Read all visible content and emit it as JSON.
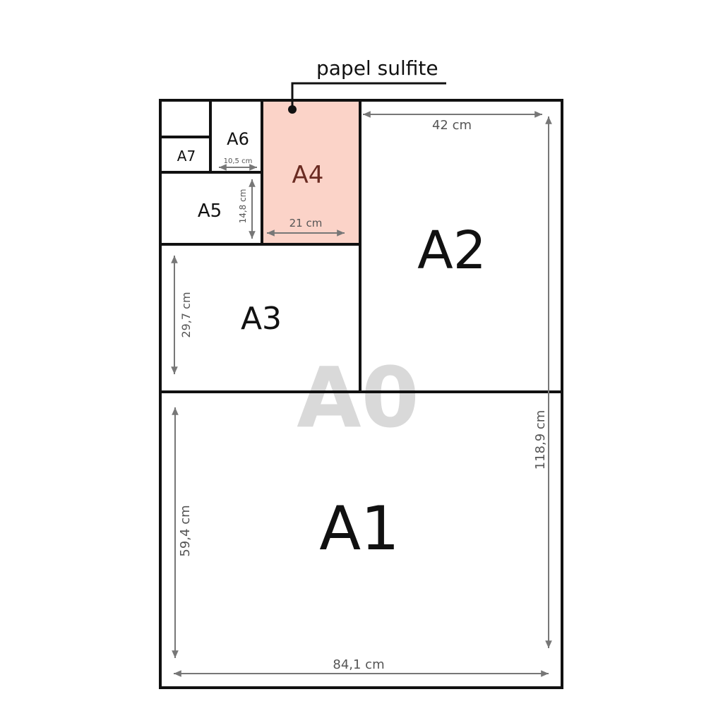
{
  "callout": {
    "text": "papel sulfite"
  },
  "watermark": "A0",
  "sheets": {
    "a1": "A1",
    "a2": "A2",
    "a3": "A3",
    "a4": "A4",
    "a5": "A5",
    "a6": "A6",
    "a7": "A7"
  },
  "dimensions": {
    "a0_width": "84,1 cm",
    "a0_height": "118,9 cm",
    "a1_height": "59,4 cm",
    "a2_width": "42 cm",
    "a3_height": "29,7 cm",
    "a4_width": "21 cm",
    "a5_height": "14,8 cm",
    "a6_width": "10,5 cm"
  },
  "colors": {
    "highlight_a4": "#fbd3c8",
    "a4_text": "#6a2b22",
    "border": "#111111",
    "dimension_line": "#777777",
    "watermark": "#d9d9d9"
  }
}
